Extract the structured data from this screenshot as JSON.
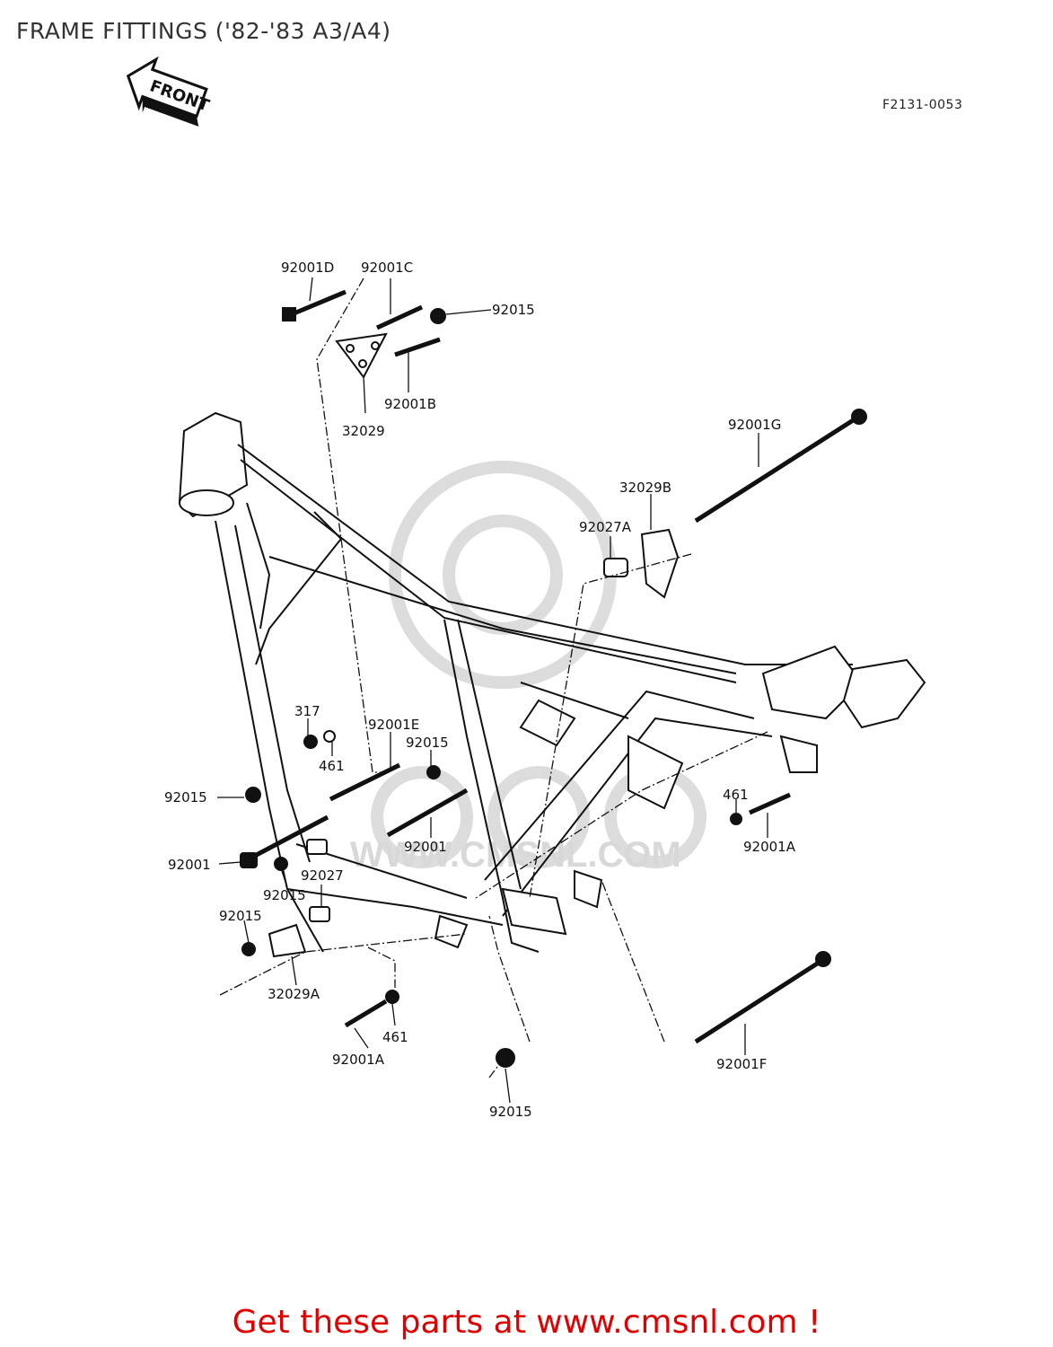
{
  "title": "FRAME FITTINGS ('82-'83 A3/A4)",
  "figure_code": "F2131-0053",
  "front_arrow_text": "FRONT",
  "watermark_text": "WWW.CMSNL.COM",
  "promo_text": "Get these parts at www.cmsnl.com !",
  "colors": {
    "promo": "#e00000",
    "line": "#111111",
    "watermark": "#d0d0d0"
  },
  "callouts": [
    {
      "id": "c1",
      "label": "92001D"
    },
    {
      "id": "c2",
      "label": "92001C"
    },
    {
      "id": "c3",
      "label": "92015"
    },
    {
      "id": "c4",
      "label": "92001B"
    },
    {
      "id": "c5",
      "label": "32029"
    },
    {
      "id": "c6",
      "label": "92001G"
    },
    {
      "id": "c7",
      "label": "32029B"
    },
    {
      "id": "c8",
      "label": "92027A"
    },
    {
      "id": "c9",
      "label": "317"
    },
    {
      "id": "c10",
      "label": "92001E"
    },
    {
      "id": "c11",
      "label": "92015"
    },
    {
      "id": "c12",
      "label": "461"
    },
    {
      "id": "c13",
      "label": "92015"
    },
    {
      "id": "c14",
      "label": "461"
    },
    {
      "id": "c15",
      "label": "92001"
    },
    {
      "id": "c16",
      "label": "92001A"
    },
    {
      "id": "c17",
      "label": "92001"
    },
    {
      "id": "c18",
      "label": "92027"
    },
    {
      "id": "c19",
      "label": "92015"
    },
    {
      "id": "c20",
      "label": "92015"
    },
    {
      "id": "c21",
      "label": "32029A"
    },
    {
      "id": "c22",
      "label": "461"
    },
    {
      "id": "c23",
      "label": "92001A"
    },
    {
      "id": "c24",
      "label": "92015"
    },
    {
      "id": "c25",
      "label": "92001F"
    }
  ]
}
